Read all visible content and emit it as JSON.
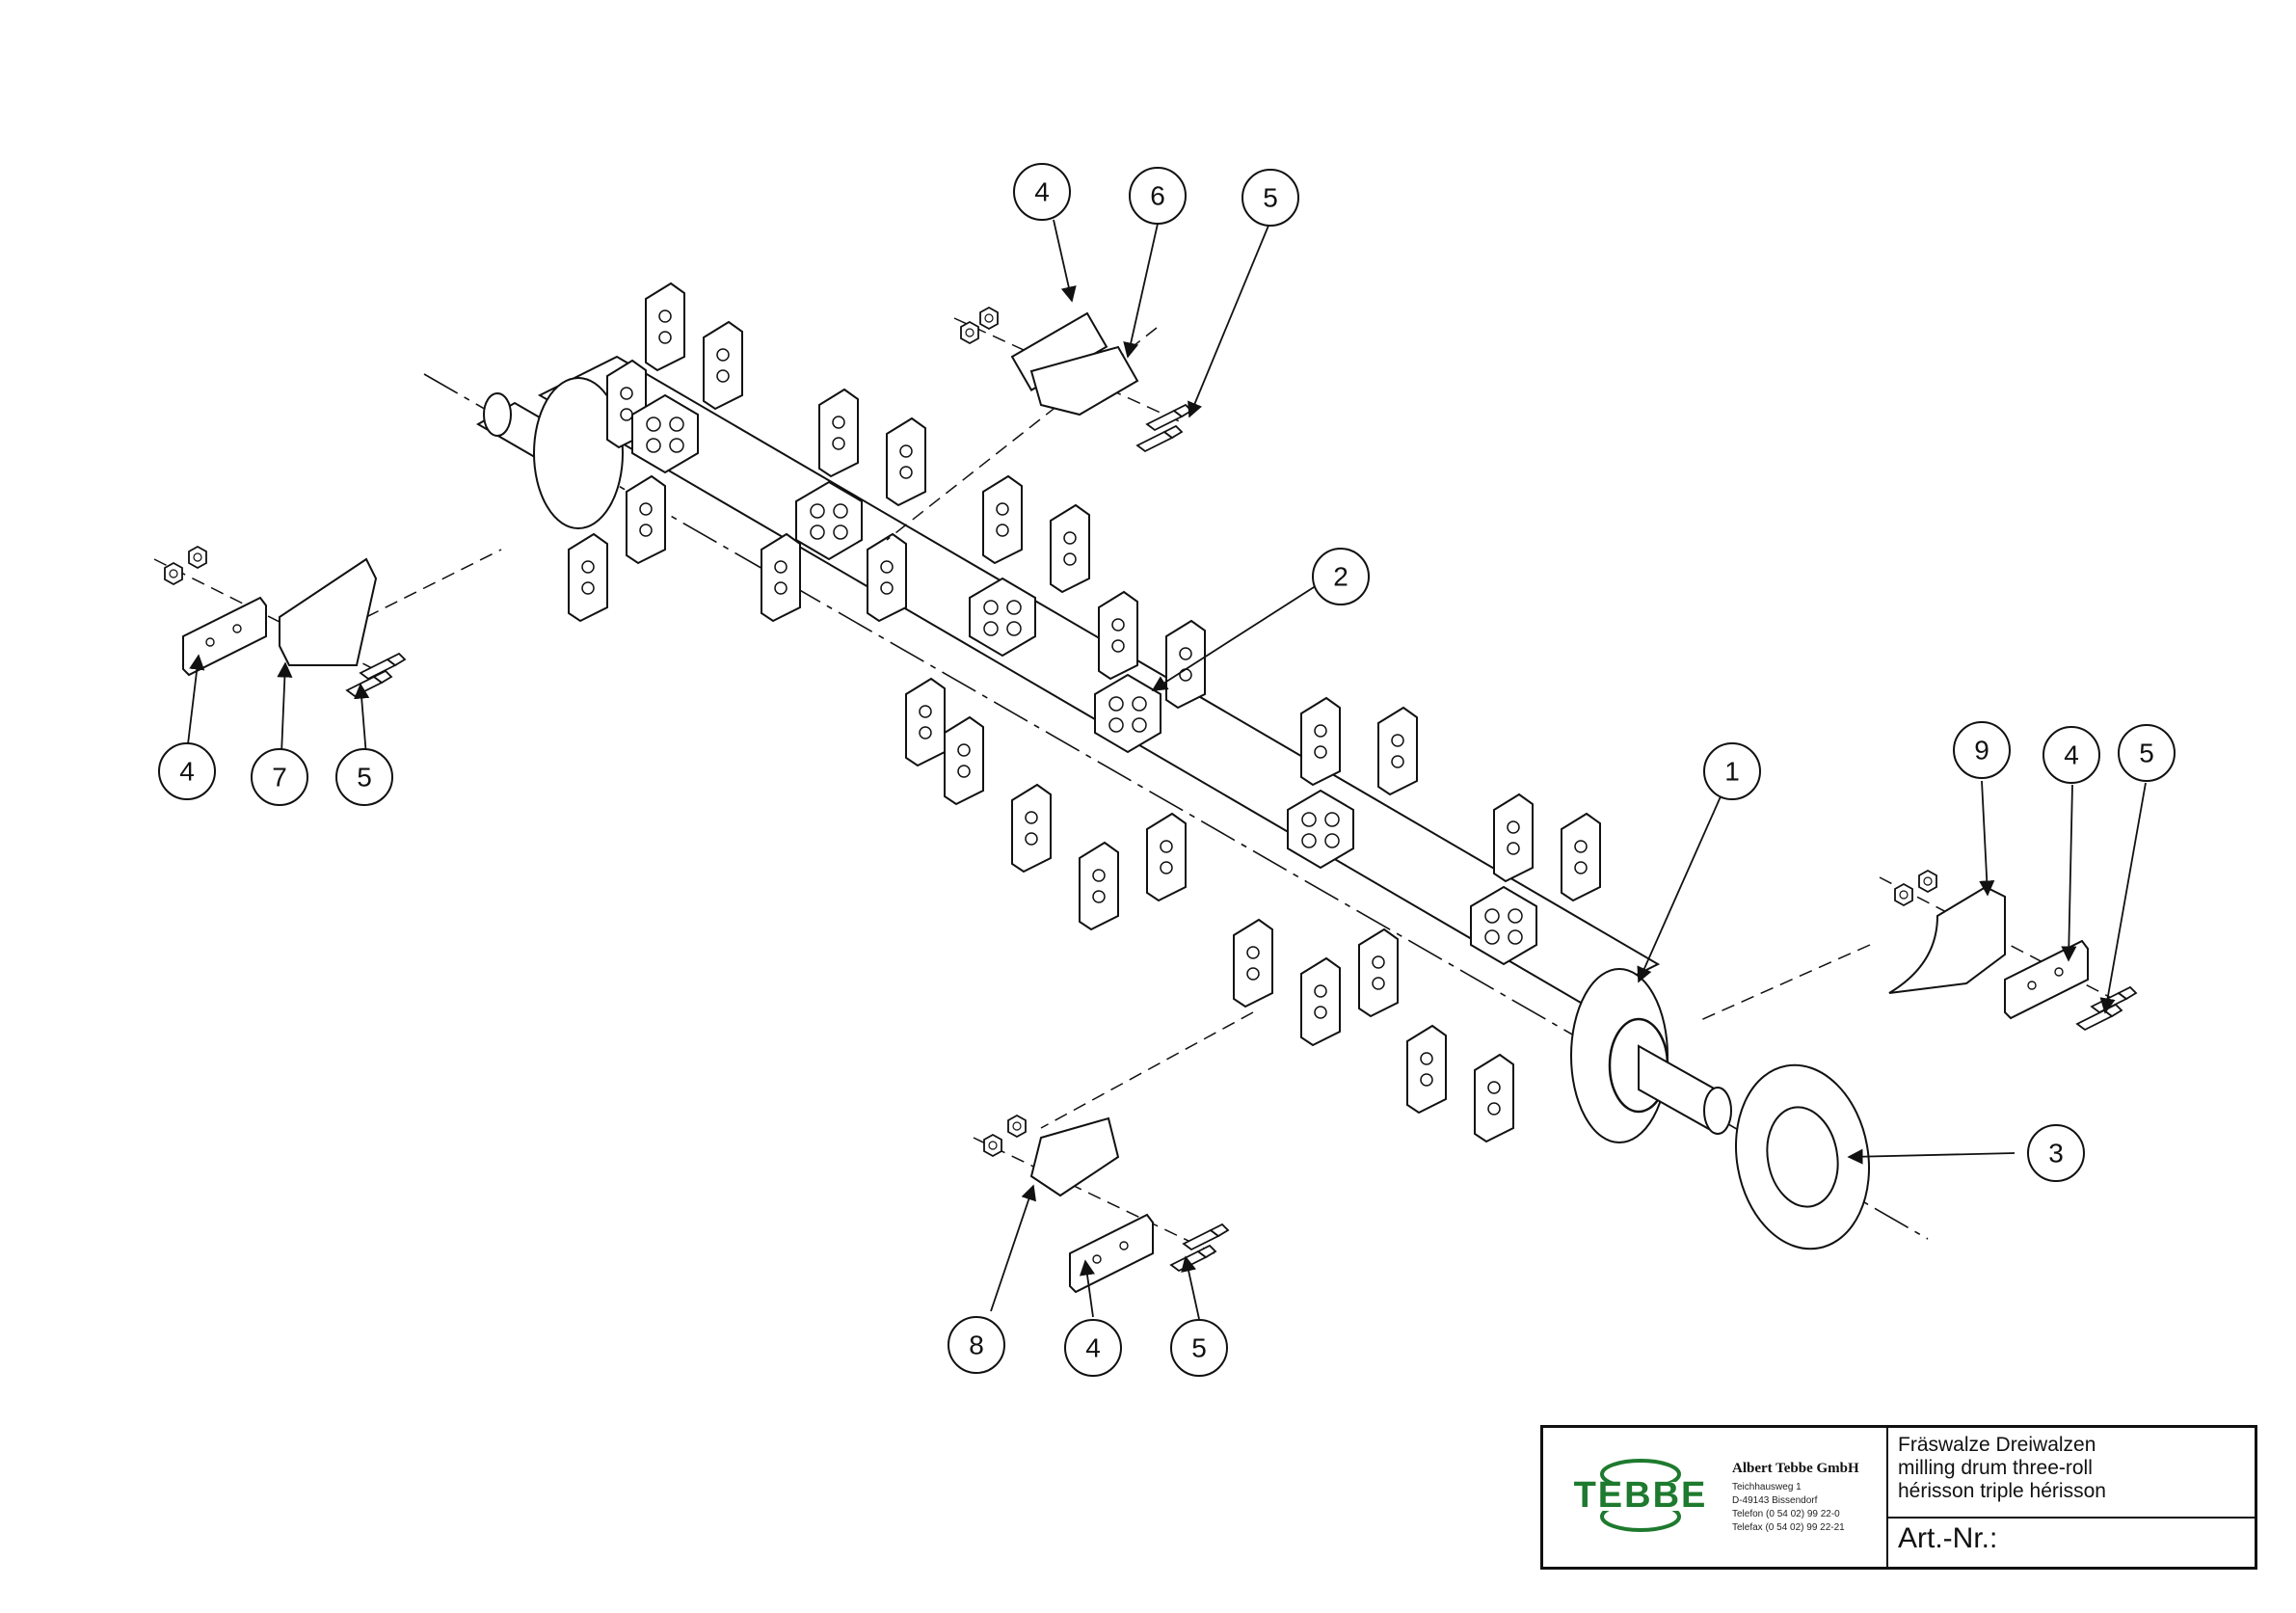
{
  "callouts": {
    "c1": "1",
    "c2": "2",
    "c3": "3",
    "c4a": "4",
    "c4b": "4",
    "c4c": "4",
    "c4d": "4",
    "c5a": "5",
    "c5b": "5",
    "c5c": "5",
    "c5d": "5",
    "c6": "6",
    "c7": "7",
    "c8": "8",
    "c9": "9"
  },
  "title_block": {
    "logo_text": "TEBBE",
    "company": "Albert Tebbe GmbH",
    "address_lines": [
      "Teichhausweg 1",
      "D-49143 Bissendorf",
      "Telefon (0 54 02) 99 22-0",
      "Telefax (0 54 02) 99 22-21"
    ],
    "description_lines": [
      "Fräswalze Dreiwalzen",
      "milling drum three-roll",
      "hérisson triple hérisson"
    ],
    "art_nr_label": "Art.-Nr.:"
  },
  "colors": {
    "logo_green": "#1e7a2e",
    "line": "#111111"
  }
}
